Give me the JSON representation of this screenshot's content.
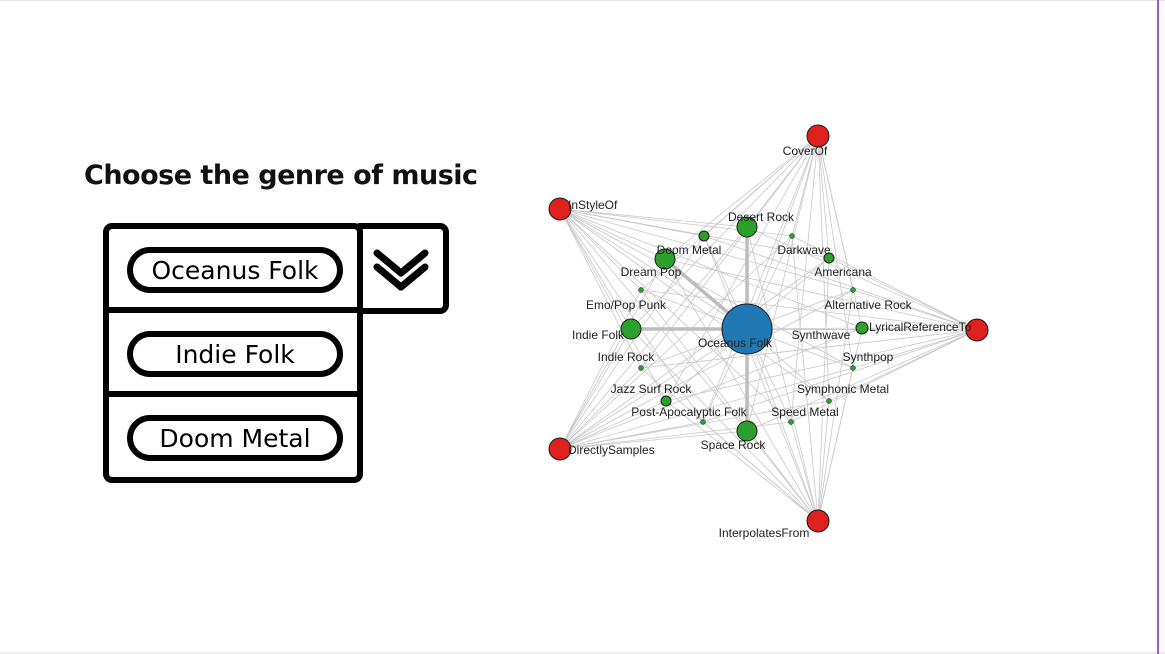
{
  "heading": "Choose the genre of music",
  "dropdown": {
    "toggle_icon": "double-chevron-down-icon",
    "options": [
      "Oceanus Folk",
      "Indie Folk",
      "Doom Metal"
    ]
  },
  "network": {
    "colors": {
      "center": "#1f77b4",
      "genre": "#2ca02c",
      "relation": "#e01f1f",
      "edge": "#c8c8c8",
      "heavy_edge": "#bdbdbd"
    },
    "center": {
      "id": "oceanus-folk",
      "label": "Oceanus Folk"
    },
    "relations": [
      {
        "id": "cover-of",
        "label": "CoverOf"
      },
      {
        "id": "in-style-of",
        "label": "InStyleOf"
      },
      {
        "id": "lyrical-reference-to",
        "label": "LyricalReferenceTo"
      },
      {
        "id": "directly-samples",
        "label": "DirectlySamples"
      },
      {
        "id": "interpolates-from",
        "label": "InterpolatesFrom"
      }
    ],
    "genres": [
      {
        "id": "desert-rock",
        "label": "Desert Rock",
        "size": "large"
      },
      {
        "id": "doom-metal",
        "label": "Doom Metal",
        "size": "small"
      },
      {
        "id": "darkwave",
        "label": "Darkwave",
        "size": "tiny"
      },
      {
        "id": "dream-pop",
        "label": "Dream Pop",
        "size": "large"
      },
      {
        "id": "americana",
        "label": "Americana",
        "size": "small"
      },
      {
        "id": "emo-pop-punk",
        "label": "Emo/Pop Punk",
        "size": "tiny"
      },
      {
        "id": "alternative-rock",
        "label": "Alternative Rock",
        "size": "tiny"
      },
      {
        "id": "indie-folk",
        "label": "Indie Folk",
        "size": "large"
      },
      {
        "id": "synthwave",
        "label": "Synthwave",
        "size": "medium"
      },
      {
        "id": "indie-rock",
        "label": "Indie Rock",
        "size": "tiny"
      },
      {
        "id": "synthpop",
        "label": "Synthpop",
        "size": "tiny"
      },
      {
        "id": "jazz-surf-rock",
        "label": "Jazz Surf Rock",
        "size": "small"
      },
      {
        "id": "symphonic-metal",
        "label": "Symphonic Metal",
        "size": "tiny"
      },
      {
        "id": "post-apocalyptic-folk",
        "label": "Post-Apocalyptic Folk",
        "size": "tiny"
      },
      {
        "id": "speed-metal",
        "label": "Speed Metal",
        "size": "tiny"
      },
      {
        "id": "space-rock",
        "label": "Space Rock",
        "size": "large"
      }
    ]
  }
}
